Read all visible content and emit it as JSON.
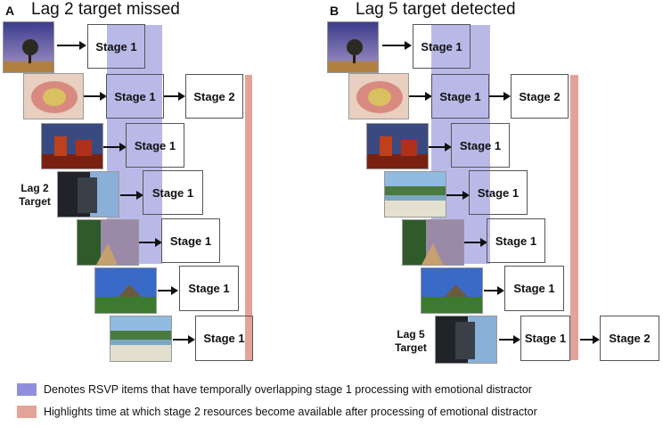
{
  "panel_a": {
    "letter": "A",
    "title": "Lag 2 target missed",
    "lag_label_line1": "Lag 2",
    "lag_label_line2": "Target"
  },
  "panel_b": {
    "letter": "B",
    "title": "Lag 5 target detected",
    "lag_label_line1": "Lag 5",
    "lag_label_line2": "Target"
  },
  "stage_labels": {
    "stage1": "Stage 1",
    "stage2": "Stage 2"
  },
  "photos": [
    "twilight-tree-photo",
    "injured-foot-photo",
    "red-rock-photo",
    "city-tower-photo",
    "forest-path-photo",
    "hut-field-photo",
    "beach-photo"
  ],
  "colors": {
    "overlap_blue": "#8f8fdb",
    "stage2_red": "#e4a399"
  },
  "legend": {
    "blue_text": "Denotes RSVP items that have temporally overlapping stage 1 processing with emotional distractor",
    "red_text": "Highlights time at which stage 2 resources become available after processing of emotional distractor"
  }
}
